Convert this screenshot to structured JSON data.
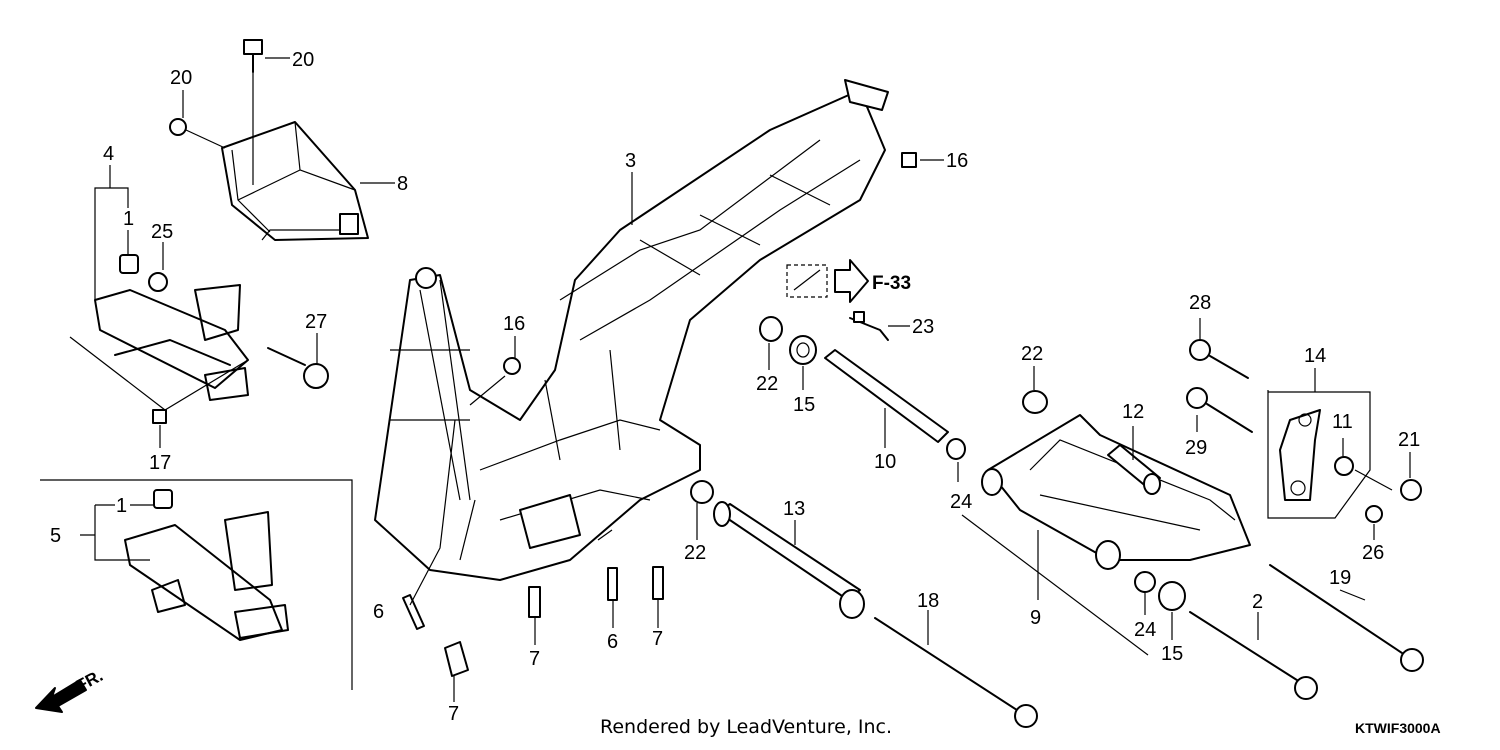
{
  "diagram": {
    "callouts": {
      "c1a": "1",
      "c1b": "1",
      "c2": "2",
      "c3": "3",
      "c4": "4",
      "c5": "5",
      "c6a": "6",
      "c6b": "6",
      "c7a": "7",
      "c7b": "7",
      "c7c": "7",
      "c8": "8",
      "c9": "9",
      "c10": "10",
      "c11": "11",
      "c12": "12",
      "c13": "13",
      "c14": "14",
      "c15a": "15",
      "c15b": "15",
      "c16a": "16",
      "c16b": "16",
      "c17": "17",
      "c18": "18",
      "c19": "19",
      "c20a": "20",
      "c20b": "20",
      "c21": "21",
      "c22a": "22",
      "c22b": "22",
      "c22c": "22",
      "c23": "23",
      "c24a": "24",
      "c24b": "24",
      "c25": "25",
      "c26": "26",
      "c27": "27",
      "c28": "28",
      "c29": "29"
    },
    "reference_label": "F-33",
    "front_label": "FR.",
    "credit": "Rendered by LeadVenture, Inc.",
    "diagram_code": "KTWIF3000A"
  }
}
